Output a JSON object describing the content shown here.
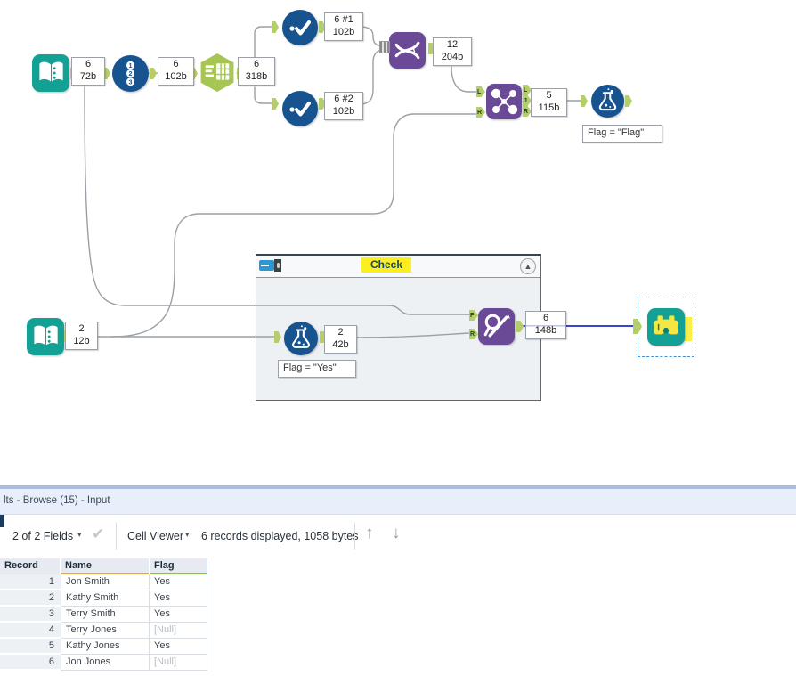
{
  "canvas": {
    "annotations": {
      "input1": "6\n72b",
      "record_id": "6\n102b",
      "text_to_columns": "6\n318b",
      "select1": "6 #1\n102b",
      "select2": "6 #2\n102b",
      "join_multiple": "12\n204b",
      "join": "5\n115b",
      "filter1_expr": "Flag = \"Flag\"",
      "input2": "2\n12b",
      "filter2": "2\n42b",
      "filter2_expr": "Flag = \"Yes\"",
      "find_replace": "6\n148b"
    },
    "container": {
      "title": "Check",
      "collapse_icon": "▲"
    },
    "anchors": {
      "L": "L",
      "R": "R",
      "J": "J",
      "F": "F"
    },
    "colors": {
      "teal": "#14a195",
      "blue": "#17548f",
      "lime": "#a6c553",
      "purple": "#6a4a97",
      "anchor_green": "#b5cd6b",
      "wire_gray": "#9aa0a6",
      "wire_selected": "#3b45cc",
      "highlight_yellow": "#fcee21"
    }
  },
  "results": {
    "title": "lts - Browse (15) - Input",
    "toolbar": {
      "fields_label": "2 of 2 Fields",
      "caret": "▾",
      "cell_viewer_label": "Cell Viewer",
      "records_info": "6 records displayed, 1058 bytes",
      "up_arrow": "↑",
      "down_arrow": "↓"
    },
    "table": {
      "columns": [
        "Record",
        "Name",
        "Flag"
      ],
      "rows": [
        {
          "record": "1",
          "name": "Jon Smith",
          "flag": "Yes"
        },
        {
          "record": "2",
          "name": "Kathy Smith",
          "flag": "Yes"
        },
        {
          "record": "3",
          "name": "Terry Smith",
          "flag": "Yes"
        },
        {
          "record": "4",
          "name": "Terry Jones",
          "flag": "[Null]"
        },
        {
          "record": "5",
          "name": "Kathy Jones",
          "flag": "Yes"
        },
        {
          "record": "6",
          "name": "Jon Jones",
          "flag": "[Null]"
        }
      ]
    }
  }
}
